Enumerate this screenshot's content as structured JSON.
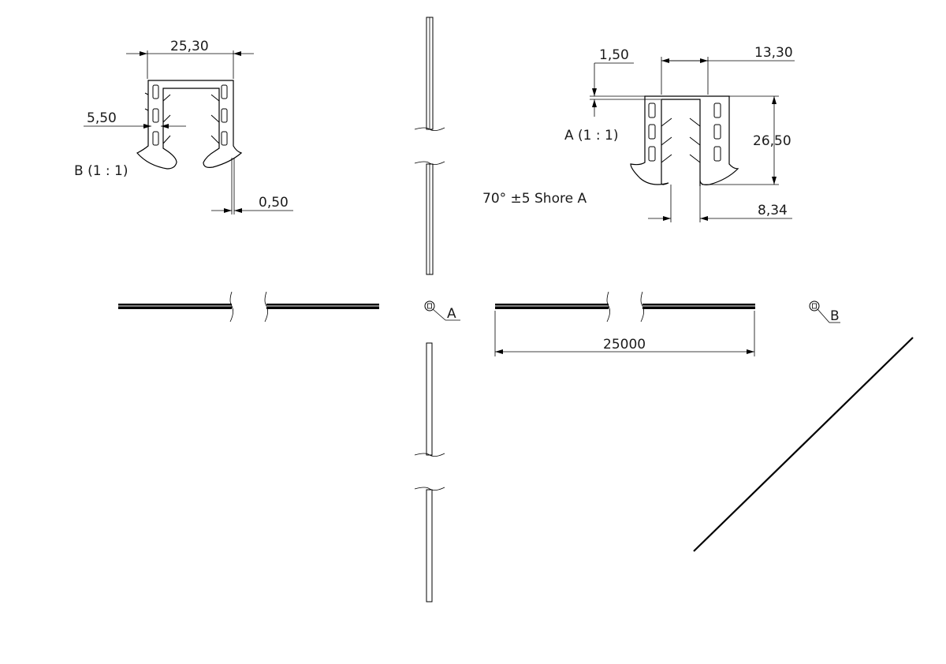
{
  "drawing": {
    "material_note": "70° ±5 Shore A",
    "views": {
      "detail_b": {
        "caption": "B (1 : 1)"
      },
      "detail_a": {
        "caption": "A (1 : 1)"
      },
      "callout_a": {
        "letter": "A"
      },
      "callout_b": {
        "letter": "B"
      }
    },
    "dimensions": {
      "b_width": "25,30",
      "b_slot": "5,50",
      "b_wall": "0,50",
      "a_top_offset": "1,50",
      "a_width": "13,30",
      "a_height": "26,50",
      "a_gap": "8,34",
      "length": "25000"
    }
  }
}
